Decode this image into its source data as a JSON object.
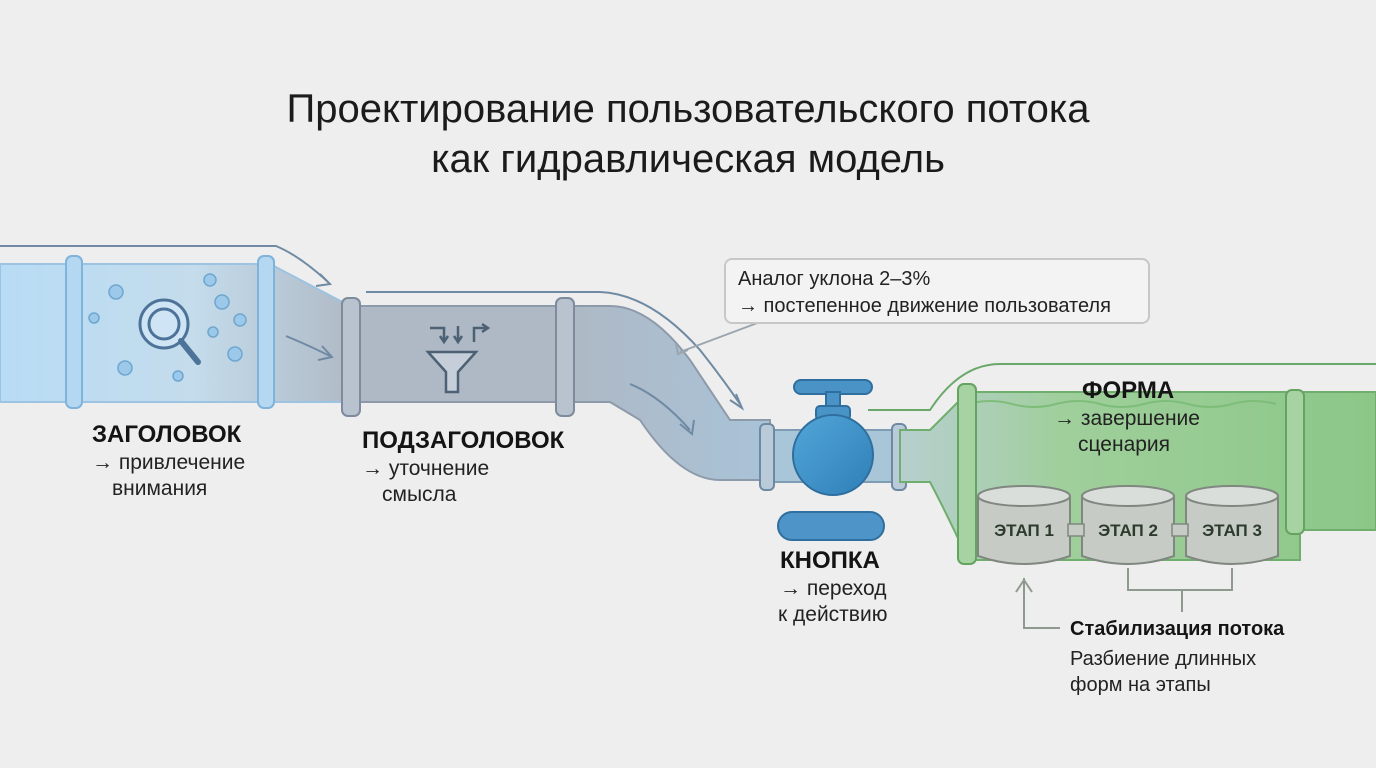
{
  "title": {
    "line1": "Проектирование пользовательского потока",
    "line2": "как гидравлическая модель"
  },
  "callout": {
    "line1": "Аналог уклона 2–3%",
    "line2": "→ постепенное движение пользователя"
  },
  "sections": {
    "header": {
      "name": "ЗАГОЛОВОК",
      "desc1": "→ привлечение",
      "desc2": "внимания"
    },
    "subheader": {
      "name": "ПОДЗАГОЛОВОК",
      "desc1": "→ уточнение",
      "desc2": "смысла"
    },
    "button": {
      "name": "КНОПКА",
      "desc1": "→ переход",
      "desc2": "к действию"
    },
    "form": {
      "name": "ФОРМА",
      "desc1": "→ завершение",
      "desc2": "сценария"
    }
  },
  "stages": [
    "ЭТАП 1",
    "ЭТАП 2",
    "ЭТАП 3"
  ],
  "stabilization": {
    "title": "Стабилизация потока",
    "line1": "Разбиение длинных",
    "line2": "форм на этапы"
  },
  "icons": {
    "header": "magnifier-icon",
    "subheader": "funnel-icon",
    "button": "valve-icon"
  },
  "colors": {
    "blue_pipe": "#a9d2f0",
    "grey_pipe": "#aab6c4",
    "green_pipe": "#8cc788",
    "valve": "#3d8fc7",
    "button": "#4f94c9"
  }
}
